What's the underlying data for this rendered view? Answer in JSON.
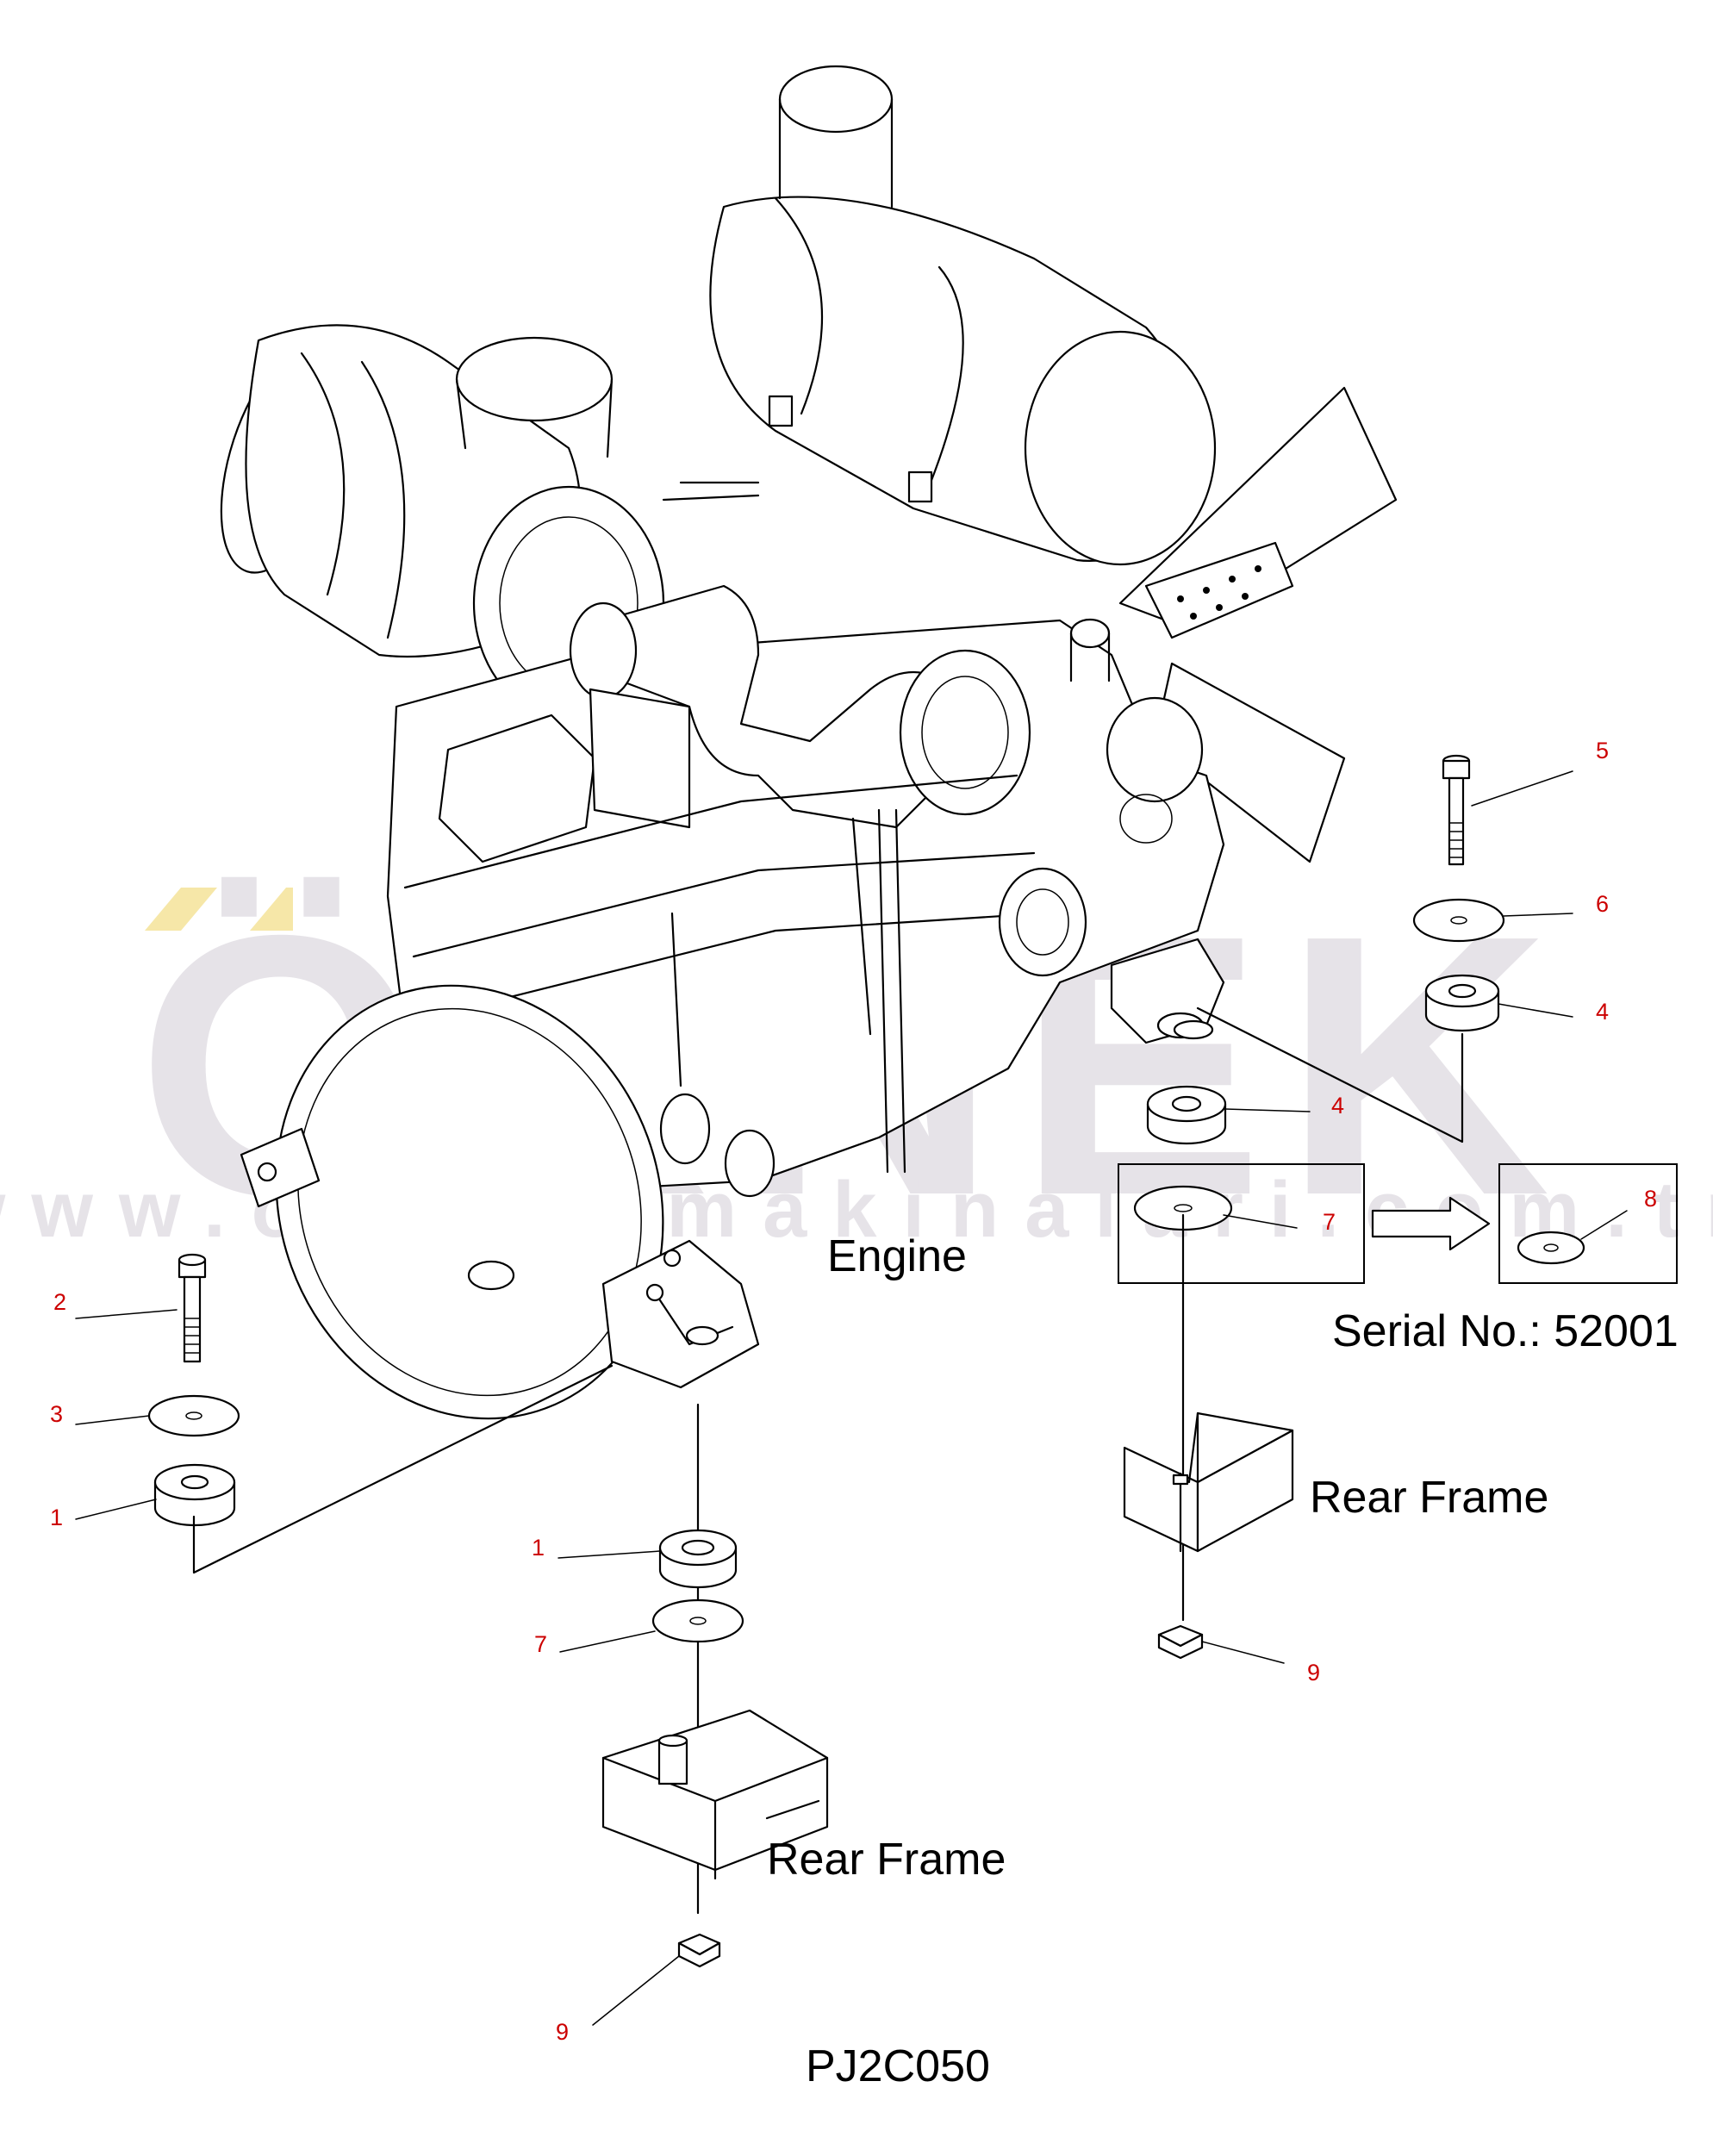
{
  "diagram": {
    "code": "PJ2C050",
    "labels": {
      "engine": "Engine",
      "serial": "Serial No.: 52001",
      "rear_frame_right": "Rear Frame",
      "rear_frame_bottom": "Rear Frame"
    },
    "callouts": [
      "1",
      "2",
      "3",
      "1",
      "7",
      "9",
      "5",
      "6",
      "4",
      "4",
      "7",
      "8",
      "9"
    ],
    "watermark": {
      "brand": "ÖRNEK",
      "url": "www.orneksmakinalari.com.tr"
    }
  },
  "colors": {
    "line": "#000000",
    "callout": "#cc0000",
    "watermark": "#e6e3e8",
    "watermark_accent": "#f6e7a8"
  }
}
